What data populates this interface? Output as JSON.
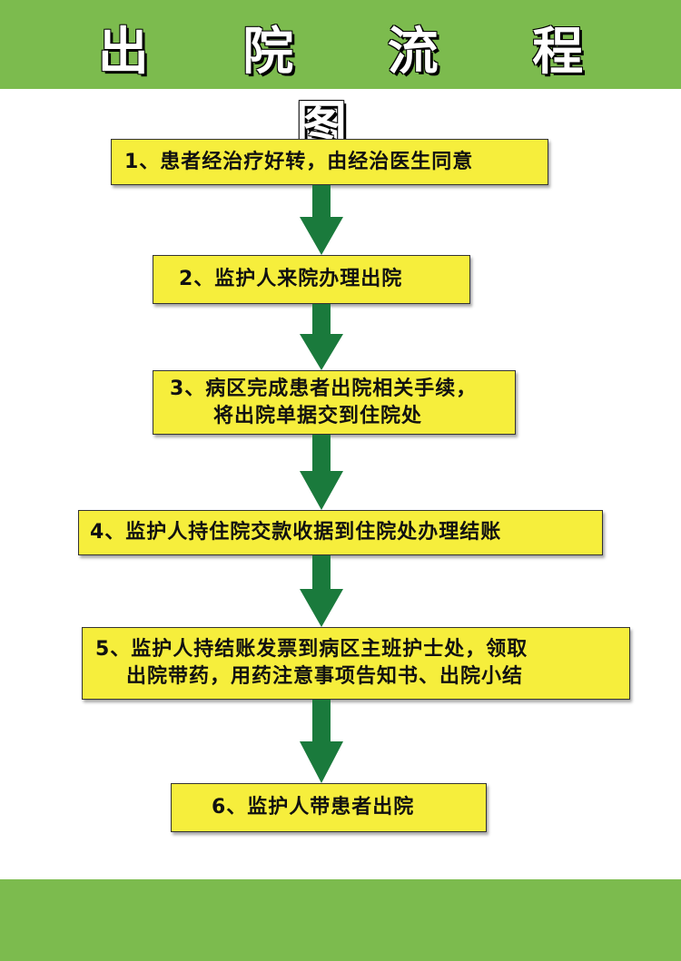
{
  "title": "出 院 流 程 图",
  "steps": [
    {
      "lines": [
        "1、患者经治疗好转，由经治医生同意"
      ]
    },
    {
      "lines": [
        "2、监护人来院办理出院"
      ]
    },
    {
      "lines": [
        "3、病区完成患者出院相关手续，",
        "将出院单据交到住院处"
      ]
    },
    {
      "lines": [
        "4、监护人持住院交款收据到住院处办理结账"
      ]
    },
    {
      "lines": [
        "5、监护人持结账发票到病区主班护士处，领取",
        "出院带药，用药注意事项告知书、出院小结"
      ]
    },
    {
      "lines": [
        "6、监护人带患者出院"
      ]
    }
  ],
  "colors": {
    "band": "#7cbb4e",
    "box_fill": "#f6ee3c",
    "arrow": "#1a7a3c"
  }
}
